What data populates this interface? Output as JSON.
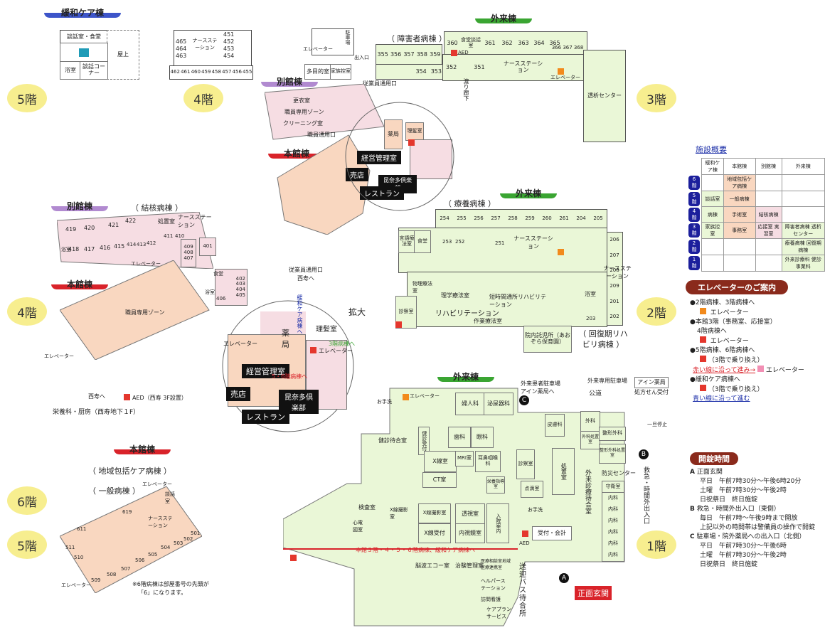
{
  "floors": {
    "f5a": "5階",
    "f4a": "4階",
    "f3": "3階",
    "f2": "2階",
    "f4b": "4階",
    "f1": "1階",
    "f6": "6階",
    "f5b": "5階"
  },
  "buildings": {
    "kanwa": "緩和ケア棟",
    "gairai3": "外来棟",
    "bekkan3": "別館棟",
    "honkan3": "本館棟",
    "gairai2": "外来棟",
    "bekkan4": "別館棟",
    "honkan4": "本館棟",
    "gairai1": "外来棟",
    "honkan6": "本館棟"
  },
  "map5": {
    "dining": "談話室・食堂",
    "rooftop": "屋上",
    "bath": "浴室",
    "lounge": "談話コーナー"
  },
  "map4top": {
    "nurse": "ナースステーション",
    "elev": "エレベーター",
    "rooms": [
      "465",
      "464",
      "463",
      "451",
      "452",
      "453",
      "454",
      "462",
      "461",
      "460",
      "459",
      "458",
      "457",
      "456",
      "455"
    ]
  },
  "map3": {
    "ward": "（ 障害者病棟 ）",
    "rooms": [
      "360",
      "361",
      "362",
      "363",
      "364",
      "365",
      "366",
      "367",
      "368",
      "355",
      "356",
      "357",
      "358",
      "359",
      "354",
      "353",
      "352",
      "351"
    ],
    "dining": "食堂談話室",
    "aed": "AED",
    "nurse": "ナースステーション",
    "elev": "エレベーター",
    "dialysis": "透析センター",
    "stairsLabel": "エレベーター",
    "exit": "出入口",
    "parking": "駐車場",
    "multipurpose": "多目的室",
    "family": "家族控室",
    "staffEntrance": "従業員通用口",
    "corridor": "渡り廊下",
    "locker": "更衣室",
    "staffZone": "職員専用ゾーン",
    "cleaning": "クリーニング室",
    "staffEntrance2": "職員通用口",
    "pharmacy": "薬局",
    "barber": "理髪室",
    "office": "経営管理室",
    "shop": "売店",
    "club": "昆奈多倶楽部",
    "restaurant": "レストラン",
    "zoom": "拡大"
  },
  "map2": {
    "ward": "（ 療養病棟 ）",
    "rooms": [
      "254",
      "255",
      "256",
      "257",
      "258",
      "259",
      "260",
      "261",
      "204",
      "205",
      "206",
      "207",
      "208",
      "209",
      "253",
      "252",
      "251",
      "201",
      "202",
      "203"
    ],
    "lang": "言語療法室",
    "dining": "食堂",
    "nurse": "ナースステーション",
    "pt": "物理療法室",
    "ptr": "理学療法室",
    "exam": "診察室",
    "rehab": "リハビリテーション",
    "short": "短時間通所リハビリテーション",
    "ot": "作業療法室",
    "bath": "浴室",
    "nursery": "院内託児所（あおぞら保育園）",
    "recovery": "（ 回復期リハビリ病棟 ）"
  },
  "map4": {
    "ward": "（ 結核病棟 ）",
    "rooms": [
      "419",
      "420",
      "421",
      "422",
      "418",
      "417",
      "416",
      "415",
      "414",
      "413",
      "412",
      "411",
      "410",
      "409",
      "408",
      "407",
      "401",
      "402",
      "403",
      "404",
      "405",
      "406"
    ],
    "treatment": "処置室",
    "nurse": "ナースステーション",
    "bath": "浴室",
    "dining": "食堂",
    "staffZone": "職員専用ゾーン",
    "elev": "エレベーター",
    "nishiju": "西寿へ",
    "aed": "AED（西寿 3F設置）",
    "kitchen": "栄養科・厨房（西寿地下１F）",
    "staffEntrance": "従業員通用口",
    "nishiju2": "西寿へ"
  },
  "zoom": {
    "kanwaPath": "緩和ケア病棟へ",
    "pharmacy": "薬局",
    "barber": "理髪室",
    "elev": "エレベーター",
    "office": "経営管理室",
    "toWard": "5・6階病棟へ",
    "ward3": "3階病棟へ",
    "shop": "売店",
    "club": "昆奈多倶楽部",
    "restaurant": "レストラン"
  },
  "map6": {
    "ward1": "（ 地域包括ケア病棟 ）",
    "ward2": "（ 一般病棟 ）",
    "rooms": [
      "619",
      "611",
      "510",
      "509",
      "508",
      "507",
      "506",
      "505",
      "504",
      "503",
      "502",
      "501",
      "511"
    ],
    "nurse": "ナースステーション",
    "elev": "エレベーター",
    "dining": "談話室",
    "note1": "※6階病棟は部屋番号の先頭が",
    "note2": "「6」になります。"
  },
  "map1": {
    "entrance": "正面玄関",
    "elev": "エレベーター",
    "toilet": "お手洗",
    "gyn": "婦人科",
    "uro": "泌尿器科",
    "checkup": "健診待合室",
    "checkupRec": "健診受付",
    "dental": "歯科",
    "eye": "眼科",
    "xray": "X線室",
    "mri": "MRI室",
    "ent": "耳鼻咽喉科",
    "ct": "CT室",
    "endo": "内視鏡室",
    "exam": "検査室",
    "ecg": "心電図室",
    "xrayShoot": "X線撮影室",
    "tv": "透視室",
    "xrayRec": "X線受付",
    "admit": "入院案内",
    "nutrition": "栄養指導室",
    "treatment": "処置室",
    "ptRoom": "点滴室",
    "consult": "診察室",
    "reception": "受付・会計",
    "waiting": "外来診療待合室",
    "aed": "AED",
    "rheum": "皮膚科",
    "surgery": "外科",
    "surgeryTreat": "外科処置室",
    "ortho": "整形外科",
    "orthoTreat": "整形外科処置室",
    "disaster": "防災センター",
    "guard": "守衛室",
    "internal": "内科",
    "bus": "送迎バス待合所",
    "cafe": "脳波エコー室",
    "treat2": "治験管理室",
    "medCoord": "医療相談室地域医療連携室",
    "helper": "ヘルパーステーション",
    "visitNurse": "訪問看護",
    "careplan": "ケアプランサービス",
    "sign": "本館３階・４・５・６階病棟、緩和ケア病棟へ",
    "gairaiLot": "外来専用駐車場",
    "ainPharm": "アイン薬局",
    "ainRecep": "処方せん受付",
    "road": "公道",
    "stop": "一旦停止",
    "emergency": "救急・時間外出入口",
    "toAin": "外来患者駐車場アイン薬局へ",
    "circA": "A",
    "circB": "B",
    "circC": "C"
  },
  "overview": {
    "title": "施設概要",
    "cols": [
      "緩和ケア棟",
      "本館棟",
      "別館棟",
      "外来棟"
    ],
    "rows": [
      {
        "floor": "6階",
        "cells": [
          "",
          "地域包括ケア病棟",
          "",
          ""
        ]
      },
      {
        "floor": "5階",
        "cells": [
          "談話室",
          "一般病棟",
          "",
          ""
        ]
      },
      {
        "floor": "4階",
        "cells": [
          "病棟",
          "手術室",
          "結核病棟",
          ""
        ]
      },
      {
        "floor": "3階",
        "cells": [
          "家族控室",
          "事務室",
          "応接室 実習室",
          "障害者病棟 透析センター"
        ]
      },
      {
        "floor": "2階",
        "cells": [
          "",
          "",
          "",
          "療養病棟 回復期病棟"
        ]
      },
      {
        "floor": "1階",
        "cells": [
          "",
          "",
          "",
          "外来診療科 健診事業科"
        ]
      }
    ]
  },
  "elevGuide": {
    "title": "エレベーターのご案内",
    "l1": "●2階病棟、3階病棟へ",
    "l1b": "エレベーター",
    "l2": "●本館3階（事務室、応接室）",
    "l2a": "4階病棟へ",
    "l2b": "エレベーター",
    "l3": "●5階病棟、6階病棟へ",
    "l3a": "（3階で乗り換え）",
    "l3b": "赤い線に沿って進み→",
    "l3c": "エレベーター",
    "l4": "●緩和ケア病棟へ",
    "l4a": "（3階で乗り換え）",
    "l4b": "青い線に沿って進む"
  },
  "hours": {
    "title": "開錠時間",
    "a": "正面玄関",
    "a1": "平日　午前7時30分～午後6時20分",
    "a2": "土曜　午前7時30分～午後2時",
    "a3": "日祝祭日　終日施錠",
    "b": "救急・時間外出入口（東側）",
    "b1": "毎日　午前7時～午後9時まで開放",
    "b2": "上記以外の時間帯は警備員の操作で開錠",
    "c": "駐車場・院外薬局への出入口（北側）",
    "c1": "平日　午前7時30分～午後6時",
    "c2": "土曜　午前7時30分～午後2時",
    "c3": "日祝祭日　終日施錠"
  }
}
